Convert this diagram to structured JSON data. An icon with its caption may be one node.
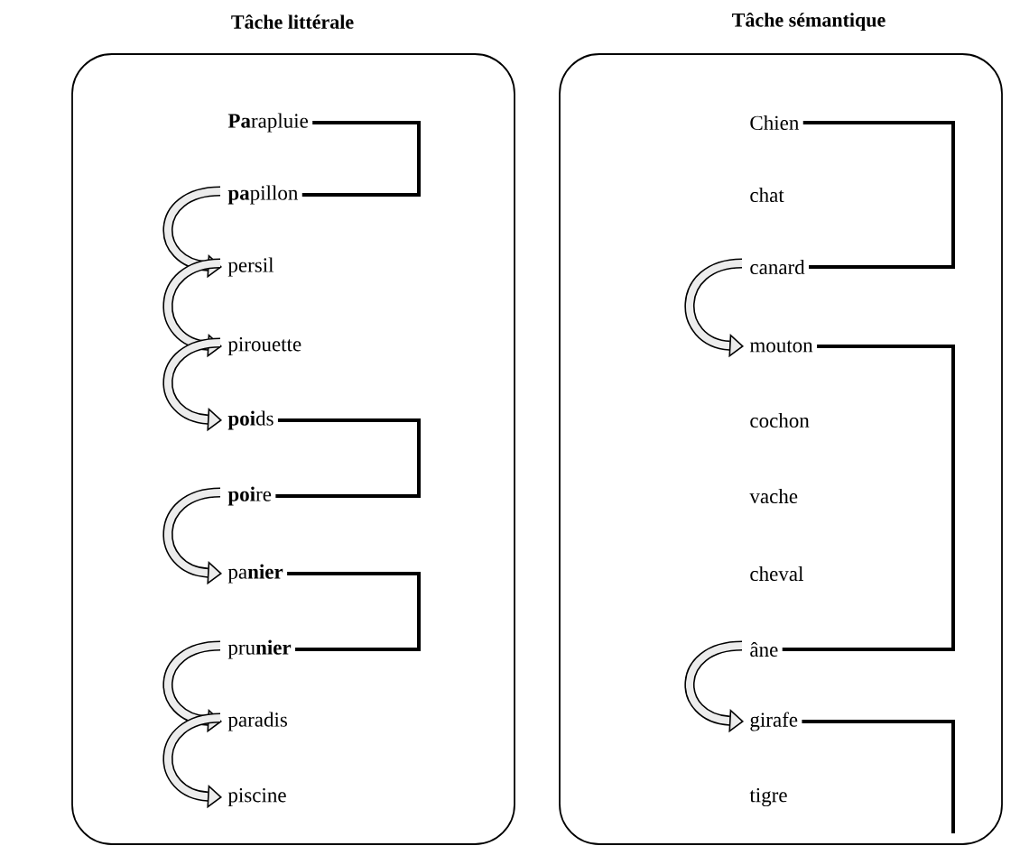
{
  "diagram": {
    "nodes": [
      {
        "text": [
          "Tâche littérale"
        ]
      },
      {
        "text": [
          "**Pa**rapluie"
        ],
        "in": 0
      },
      {
        "text": [
          "**pa**pillon"
        ],
        "in": 0
      },
      {
        "text": [
          "persil"
        ],
        "in": 0
      },
      {
        "text": [
          "pirouette"
        ],
        "in": 0
      },
      {
        "text": [
          "**poi**ds"
        ],
        "in": 0
      },
      {
        "text": [
          "**poi**re"
        ],
        "in": 0
      },
      {
        "text": [
          "pa**nier**"
        ],
        "in": 0
      },
      {
        "text": [
          "pru**nier**"
        ],
        "in": 0
      },
      {
        "text": [
          "paradis"
        ],
        "in": 0
      },
      {
        "text": [
          "piscine"
        ],
        "in": 0
      },
      {
        "text": [
          "Tâche sémantique"
        ]
      },
      {
        "text": [
          "Chien"
        ],
        "in": 11
      },
      {
        "text": [
          "chat"
        ],
        "in": 11
      },
      {
        "text": [
          "canard"
        ],
        "in": 11
      },
      {
        "text": [
          "mouton"
        ],
        "in": 11
      },
      {
        "text": [
          "cochon"
        ],
        "in": 11
      },
      {
        "text": [
          "vache"
        ],
        "in": 11
      },
      {
        "text": [
          "cheval"
        ],
        "in": 11
      },
      {
        "text": [
          "âne"
        ],
        "in": 11
      },
      {
        "text": [
          "girafe"
        ],
        "in": 11
      },
      {
        "text": [
          "tigre"
        ],
        "in": 11
      }
    ],
    "edges": [
      {
        "from": 1,
        "to": 2,
        "arrow": "none"
      },
      {
        "from": 2,
        "to": 3,
        "arrow": "to"
      },
      {
        "from": 3,
        "to": 4,
        "arrow": "to"
      },
      {
        "from": 4,
        "to": 5,
        "arrow": "to"
      },
      {
        "from": 5,
        "to": 6,
        "arrow": "none"
      },
      {
        "from": 6,
        "to": 7,
        "arrow": "to"
      },
      {
        "from": 7,
        "to": 8,
        "arrow": "none"
      },
      {
        "from": 8,
        "to": 9,
        "arrow": "to"
      },
      {
        "from": 9,
        "to": 10,
        "arrow": "to"
      },
      {
        "from": 12,
        "to": 14,
        "arrow": "none"
      },
      {
        "from": 14,
        "to": 15,
        "arrow": "to"
      },
      {
        "from": 15,
        "to": 19,
        "arrow": "none"
      },
      {
        "from": 19,
        "to": 20,
        "arrow": "to"
      },
      {
        "from": 20,
        "to": null,
        "arrow": "none"
      }
    ]
  }
}
